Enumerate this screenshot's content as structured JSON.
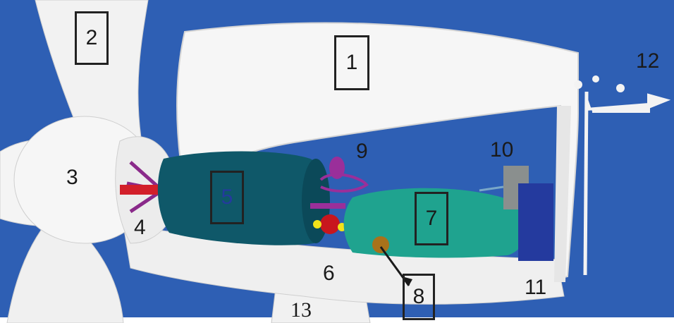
{
  "labels": {
    "l1": "1",
    "l2": "2",
    "l3": "3",
    "l4": "4",
    "l5": "5",
    "l6": "6",
    "l7": "7",
    "l8": "8",
    "l9": "9",
    "l10": "10",
    "l11": "11",
    "l12": "12",
    "l13": "13"
  },
  "colors": {
    "background": "#2e5fb4",
    "body": "#f4f4f4",
    "gearbox": "#0f5869",
    "generator": "#1fa38f",
    "controller": "#8a8f8e",
    "converter": "#243a9e",
    "shaft": "#d21f2a",
    "yaw_motor": "#a8721a",
    "brake": "#9a2f9a"
  }
}
